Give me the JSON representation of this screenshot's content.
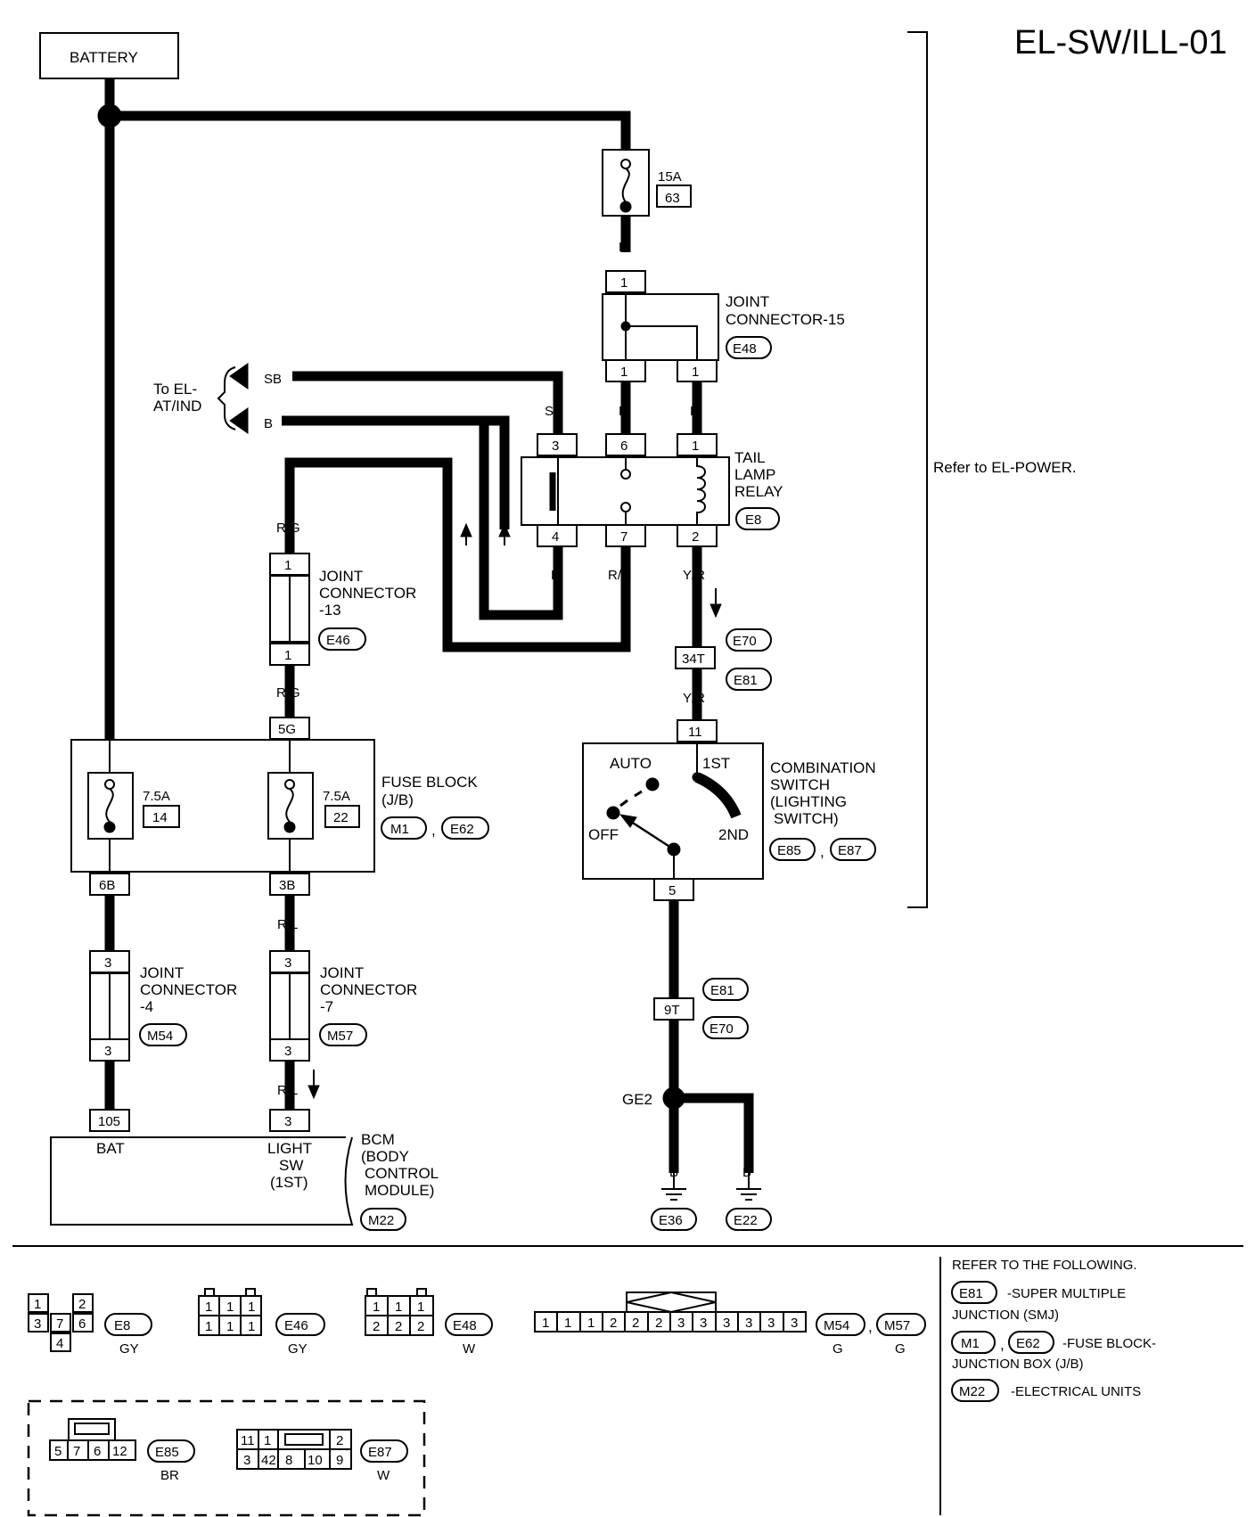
{
  "page_id": "EL-SW/ILL-01",
  "battery": "BATTERY",
  "refer_power": "Refer to EL-POWER.",
  "fuse63": {
    "rating": "15A",
    "num": "63"
  },
  "jc15": {
    "line1": "JOINT",
    "line2": "CONNECTOR-15",
    "conn": "E48"
  },
  "to_el": {
    "line1": "To EL-",
    "line2": "AT/IND"
  },
  "relay": {
    "line1": "TAIL",
    "line2": "LAMP",
    "line3": "RELAY",
    "conn": "E8"
  },
  "jc13": {
    "line1": "JOINT",
    "line2": "CONNECTOR",
    "line3": "-13",
    "conn": "E46"
  },
  "fuseblock": {
    "line1": "FUSE BLOCK",
    "line2": "(J/B)",
    "conn1": "M1",
    "comma": ",",
    "conn2": "E62",
    "fuse_a": {
      "rating": "7.5A",
      "num": "14"
    },
    "fuse_b": {
      "rating": "7.5A",
      "num": "22"
    }
  },
  "smj1": {
    "conn_a": "E70",
    "pin": "34T",
    "conn_b": "E81"
  },
  "combo": {
    "line1": "COMBINATION",
    "line2": "SWITCH",
    "line3": "(LIGHTING",
    "line4": "SWITCH)",
    "conn1": "E85",
    "comma": ",",
    "conn2": "E87",
    "pos_auto": "AUTO",
    "pos_1st": "1ST",
    "pos_off": "OFF",
    "pos_2nd": "2ND"
  },
  "smj2": {
    "conn_a": "E81",
    "pin": "9T",
    "conn_b": "E70"
  },
  "ground": {
    "point": "GE2",
    "g1": "E36",
    "g2": "E22"
  },
  "jc4": {
    "line1": "JOINT",
    "line2": "CONNECTOR",
    "line3": "-4",
    "conn": "M54"
  },
  "jc7": {
    "line1": "JOINT",
    "line2": "CONNECTOR",
    "line3": "-7",
    "conn": "M57"
  },
  "bcm": {
    "line1": "BCM",
    "line2": "(BODY",
    "line3": "CONTROL",
    "line4": "MODULE)",
    "conn": "M22",
    "bat": "BAT",
    "light1": "LIGHT",
    "light2": "SW",
    "light3": "(1ST)"
  },
  "wires": {
    "R": "R",
    "SB": "SB",
    "B": "B",
    "RG": "R/G",
    "YR": "Y/R",
    "P": "P",
    "RL": "R/L"
  },
  "pins": {
    "p1": "1",
    "p2": "2",
    "p3": "3",
    "p4": "4",
    "p5": "5",
    "p6": "6",
    "p7": "7",
    "p11": "11",
    "p105": "105",
    "p5G": "5G",
    "p6B": "6B",
    "p3B": "3B"
  },
  "legend": {
    "e8": {
      "conn": "E8",
      "color": "GY",
      "cells": [
        "1",
        "2",
        "3",
        "7",
        "6",
        "4"
      ]
    },
    "e46": {
      "conn": "E46",
      "color": "GY",
      "cells": [
        "1",
        "1",
        "1",
        "1",
        "1",
        "1"
      ]
    },
    "e48": {
      "conn": "E48",
      "color": "W",
      "cells": [
        "1",
        "1",
        "1",
        "2",
        "2",
        "2"
      ]
    },
    "m54": {
      "conn1": "M54",
      "comma": ",",
      "conn2": "M57",
      "color1": "G",
      "color2": "G",
      "cells": [
        "1",
        "1",
        "1",
        "2",
        "2",
        "2",
        "3",
        "3",
        "3",
        "3",
        "3",
        "3"
      ]
    },
    "e85": {
      "conn": "E85",
      "color": "BR",
      "cells": [
        "5",
        "7",
        "6",
        "12"
      ]
    },
    "e87": {
      "conn": "E87",
      "color": "W",
      "cells": [
        "11",
        "1",
        "2",
        "3",
        "42",
        "8",
        "10",
        "9"
      ]
    },
    "refer_head": "REFER TO THE FOLLOWING.",
    "r1_conn": "E81",
    "r1_a": "-SUPER MULTIPLE",
    "r1_b": "JUNCTION (SMJ)",
    "r2_conn1": "M1",
    "r2_comma": ",",
    "r2_conn2": "E62",
    "r2_a": "-FUSE BLOCK-",
    "r2_b": "JUNCTION BOX (J/B)",
    "r3_conn": "M22",
    "r3_a": "-ELECTRICAL UNITS"
  }
}
